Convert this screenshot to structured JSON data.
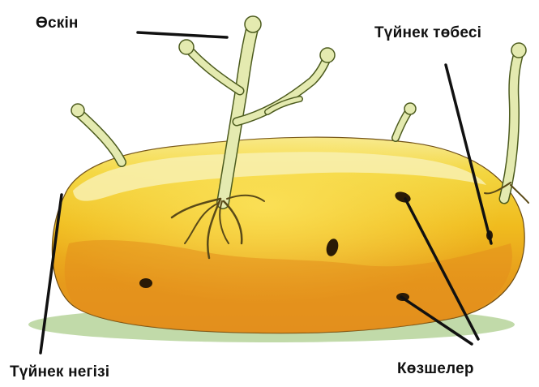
{
  "labels": {
    "sprout": "Өскін",
    "tuber_apex": "Түйнек төбесі",
    "tuber_base": "Түйнек негізі",
    "eyes": "Көзшелер"
  },
  "colors": {
    "tuber_yellow": "#f2c21c",
    "tuber_orange": "#e39a1e",
    "tuber_highlight": "#f7ec9a",
    "sprout": "#e5ebb2",
    "shadow": "#b6d39a",
    "leader_line": "#111111"
  }
}
